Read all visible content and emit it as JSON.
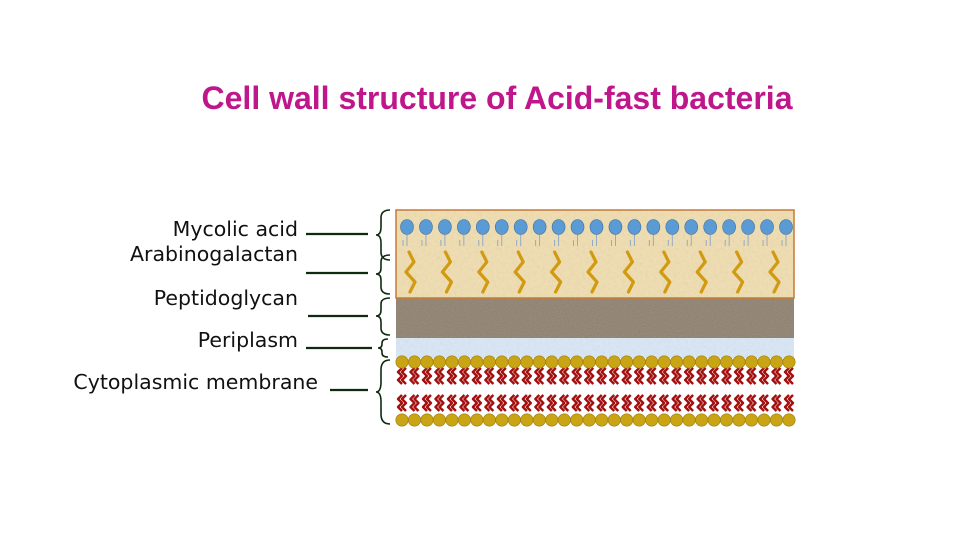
{
  "title": "Cell wall structure of Acid-fast bacteria",
  "colors": {
    "title": "#c0168c",
    "leader_lines": "#0f2a0f",
    "mycolic_head": "#5b9bd5",
    "mycolic_background": "#f1dfb4",
    "arabinogalactan_chain": "#d19a10",
    "peptidoglycan": "#9d9080",
    "periplasm": "#dbe9f7",
    "membrane_head": "#c9a414",
    "membrane_tail": "#a30f0f",
    "frame": "#c77b36"
  },
  "labels": [
    {
      "id": "mycolic-acid",
      "text": "Mycolic acid"
    },
    {
      "id": "arabinogalactan",
      "text": "Arabinogalactan"
    },
    {
      "id": "peptidoglycan",
      "text": "Peptidoglycan"
    },
    {
      "id": "periplasm",
      "text": "Periplasm"
    },
    {
      "id": "cytoplasmic-membrane",
      "text": "Cytoplasmic membrane"
    }
  ]
}
